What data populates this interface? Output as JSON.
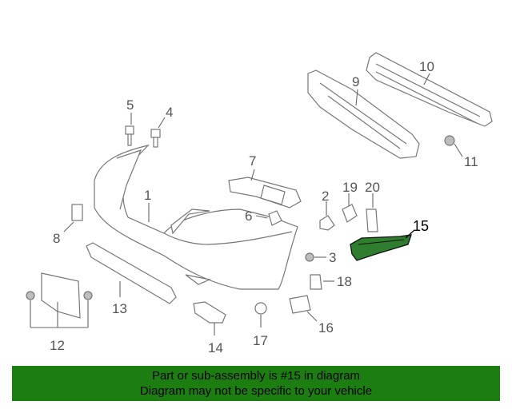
{
  "callouts": {
    "c1": "1",
    "c2": "2",
    "c3": "3",
    "c4": "4",
    "c5": "5",
    "c6": "6",
    "c7": "7",
    "c8": "8",
    "c9": "9",
    "c10": "10",
    "c11": "11",
    "c12": "12",
    "c13": "13",
    "c14": "14",
    "c15": "15",
    "c16": "16",
    "c17": "17",
    "c18": "18",
    "c19": "19",
    "c20": "20"
  },
  "highlight": {
    "part": "15",
    "color": "#2f7d2f"
  },
  "footer": {
    "line1": "Part or sub-assembly is #15 in diagram",
    "line2": "Diagram may not be specific to your vehicle",
    "background": "#1c7d10"
  }
}
